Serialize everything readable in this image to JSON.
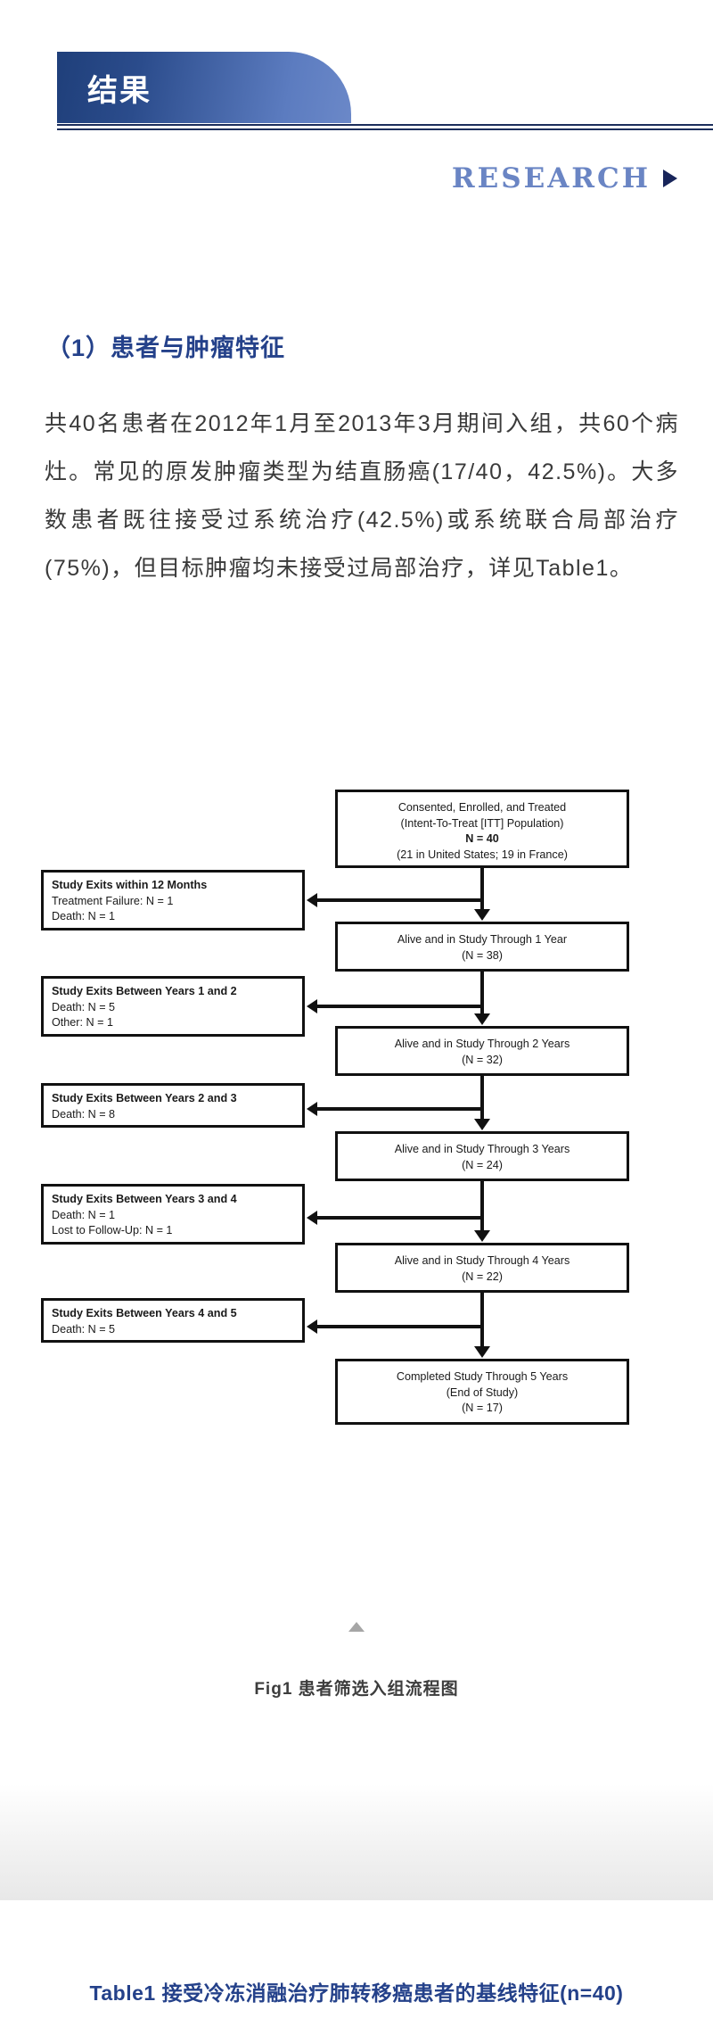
{
  "header": {
    "banner_title": "结果",
    "research_label": "RESEARCH",
    "research_arrow_icon": "triangle-right-icon",
    "accent_dark": "#1f3f7a",
    "accent_light": "#6b88c8",
    "rule_color": "#1c2e5c",
    "research_color": "#6a85c4"
  },
  "section": {
    "heading": "（1）患者与肿瘤特征",
    "heading_color": "#24418a",
    "paragraph": "共40名患者在2012年1月至2013年3月期间入组，共60个病灶。常见的原发肿瘤类型为结直肠癌(17/40，42.5%)。大多数患者既往接受过系统治疗(42.5%)或系统联合局部治疗(75%)，但目标肿瘤均未接受过局部治疗，详见Table1。"
  },
  "flowchart": {
    "main_boxes": [
      {
        "id": "consented",
        "lines": [
          "Consented, Enrolled, and Treated",
          "(Intent-To-Treat [ITT] Population)",
          "N = 40",
          "(21 in United States; 19 in France)"
        ]
      },
      {
        "id": "year1",
        "lines": [
          "Alive and in Study Through 1 Year",
          "(N = 38)"
        ]
      },
      {
        "id": "year2",
        "lines": [
          "Alive and in Study Through 2 Years",
          "(N = 32)"
        ]
      },
      {
        "id": "year3",
        "lines": [
          "Alive and in Study Through 3 Years",
          "(N = 24)"
        ]
      },
      {
        "id": "year4",
        "lines": [
          "Alive and in Study Through 4 Years",
          "(N = 22)"
        ]
      },
      {
        "id": "year5",
        "lines": [
          "Completed Study Through 5 Years",
          "(End of Study)",
          "(N = 17)"
        ]
      }
    ],
    "exit_boxes": [
      {
        "id": "exit-12-months",
        "title": "Study Exits within 12 Months",
        "items": [
          "Treatment Failure: N = 1",
          "Death: N = 1"
        ]
      },
      {
        "id": "exit-years-1-2",
        "title": "Study Exits Between Years 1 and 2",
        "items": [
          "Death: N = 5",
          "Other: N = 1"
        ]
      },
      {
        "id": "exit-years-2-3",
        "title": "Study Exits Between Years 2 and 3",
        "items": [
          "Death: N = 8"
        ]
      },
      {
        "id": "exit-years-3-4",
        "title": "Study Exits Between Years 3 and 4",
        "items": [
          "Death: N = 1",
          "Lost to Follow-Up: N = 1"
        ]
      },
      {
        "id": "exit-years-4-5",
        "title": "Study Exits Between Years 4 and 5",
        "items": [
          "Death: N = 5"
        ]
      }
    ]
  },
  "captions": {
    "collapse_icon": "triangle-up-icon",
    "figure": "Fig1 患者筛选入组流程图",
    "table": "Table1 接受冷冻消融治疗肺转移癌患者的基线特征(n=40)",
    "table_color": "#24418a"
  }
}
